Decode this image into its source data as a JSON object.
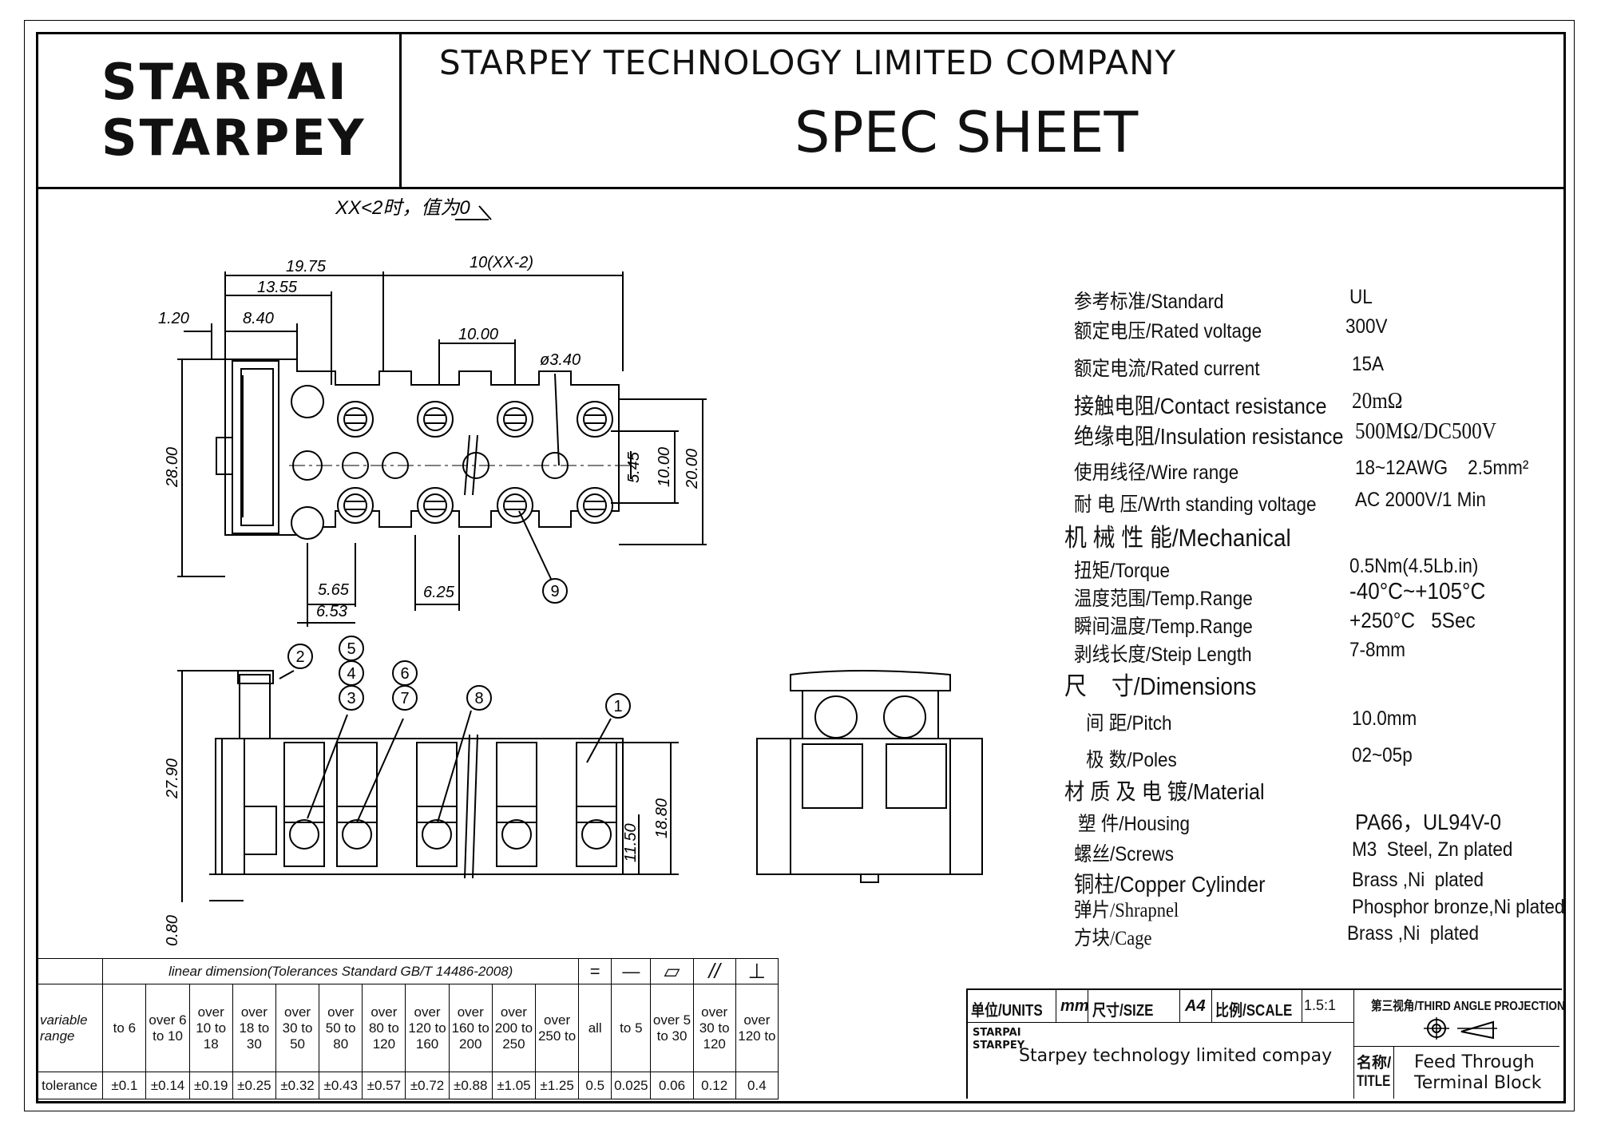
{
  "header": {
    "logo_line1": "STARPAI",
    "logo_line2": "STARPEY",
    "company": "STARPEY TECHNOLOGY LIMITED COMPANY",
    "sheet_title": "SPEC SHEET"
  },
  "drawing": {
    "note": "XX<2时，值为0",
    "dims": {
      "d19_75": "19.75",
      "d13_55": "13.55",
      "d1_20": "1.20",
      "d8_40": "8.40",
      "d10xx": "10(XX-2)",
      "d10_00": "10.00",
      "d3_40": "ø3.40",
      "d28_00": "28.00",
      "d5_45": "5.45",
      "d10_00v": "10.00",
      "d20_00": "20.00",
      "d5_65": "5.65",
      "d6_53": "6.53",
      "d6_25": "6.25",
      "d27_90": "27.90",
      "d18_80": "18.80",
      "d11_50": "11.50",
      "d0_80": "0.80"
    },
    "balloons": [
      "1",
      "2",
      "3",
      "4",
      "5",
      "6",
      "7",
      "8",
      "9"
    ]
  },
  "specs": {
    "rows": [
      {
        "label": "参考标准/Standard",
        "value": "UL"
      },
      {
        "label": "额定电压/Rated voltage",
        "value": "300V"
      },
      {
        "label": "额定电流/Rated current",
        "value": "15A"
      },
      {
        "label": "接触电阻/Contact resistance",
        "value": "20mΩ"
      },
      {
        "label": "绝缘电阻/Insulation resistance",
        "value": "500MΩ/DC500V"
      },
      {
        "label": "使用线径/Wire range",
        "value": "18~12AWG    2.5mm²"
      },
      {
        "label": "耐 电 压/Wrth standing voltage",
        "value": "AC 2000V/1 Min"
      },
      {
        "label": "机 械 性 能/Mechanical",
        "value": ""
      },
      {
        "label": "扭矩/Torque",
        "value": "0.5Nm(4.5Lb.in)"
      },
      {
        "label": "温度范围/Temp.Range",
        "value": "-40°C~+105°C"
      },
      {
        "label": "瞬间温度/Temp.Range",
        "value": "+250°C   5Sec"
      },
      {
        "label": "剥线长度/Steip Length",
        "value": "7-8mm"
      },
      {
        "label": "尺    寸/Dimensions",
        "value": ""
      },
      {
        "label": "间 距/Pitch",
        "value": "10.0mm"
      },
      {
        "label": "极 数/Poles",
        "value": "02~05p"
      },
      {
        "label": "材 质 及 电 镀/Material",
        "value": ""
      },
      {
        "label": "塑 件/Housing",
        "value": "PA66，UL94V-0"
      },
      {
        "label": "螺丝/Screws",
        "value": "M3  Steel, Zn plated"
      },
      {
        "label": "铜柱/Copper Cylinder",
        "value": "Brass ,Ni  plated"
      },
      {
        "label": "弹片/Shrapnel",
        "value": "Phosphor bronze,Ni plated"
      },
      {
        "label": "方块/Cage",
        "value": "Brass ,Ni  plated"
      }
    ]
  },
  "tolerance": {
    "header": "linear  dimension(Tolerances  Standard  GB/T  14486-2008)",
    "row_label1": "variable range",
    "row_label2": "tolerance",
    "ranges": [
      "to 6",
      "over 6 to 10",
      "over 10 to 18",
      "over 18 to 30",
      "over 30 to 50",
      "over 50 to 80",
      "over 80 to 120",
      "over 120 to 160",
      "over 160 to 200",
      "over 200 to 250",
      "over 250 to"
    ],
    "values": [
      "±0.1",
      "±0.14",
      "±0.19",
      "±0.25",
      "±0.32",
      "±0.43",
      "±0.57",
      "±0.72",
      "±0.88",
      "±1.05",
      "±1.25"
    ],
    "geo_ranges": [
      "all",
      "to 5",
      "over 5 to 30",
      "over 30 to 120",
      "over 120 to"
    ],
    "geo_values": [
      "0.5",
      "0.025",
      "0.06",
      "0.12",
      "0.4"
    ],
    "symbols": [
      "=",
      "—",
      "▱",
      "//",
      "⊥"
    ]
  },
  "title_block": {
    "units_label": "单位/UNITS",
    "units_value": "mm",
    "size_label": "尺寸/SIZE",
    "size_value": "A4",
    "scale_label": "比例/SCALE",
    "scale_value": "1.5:1",
    "projection": "第三视角/THIRD ANGLE PROJECTION",
    "logo1": "STARPAI",
    "logo2": "STARPEY",
    "company": "Starpey technology limited compay",
    "name_label": "名称/",
    "title_label": "TITLE",
    "title_value1": "Feed Through",
    "title_value2": "Terminal Block"
  }
}
